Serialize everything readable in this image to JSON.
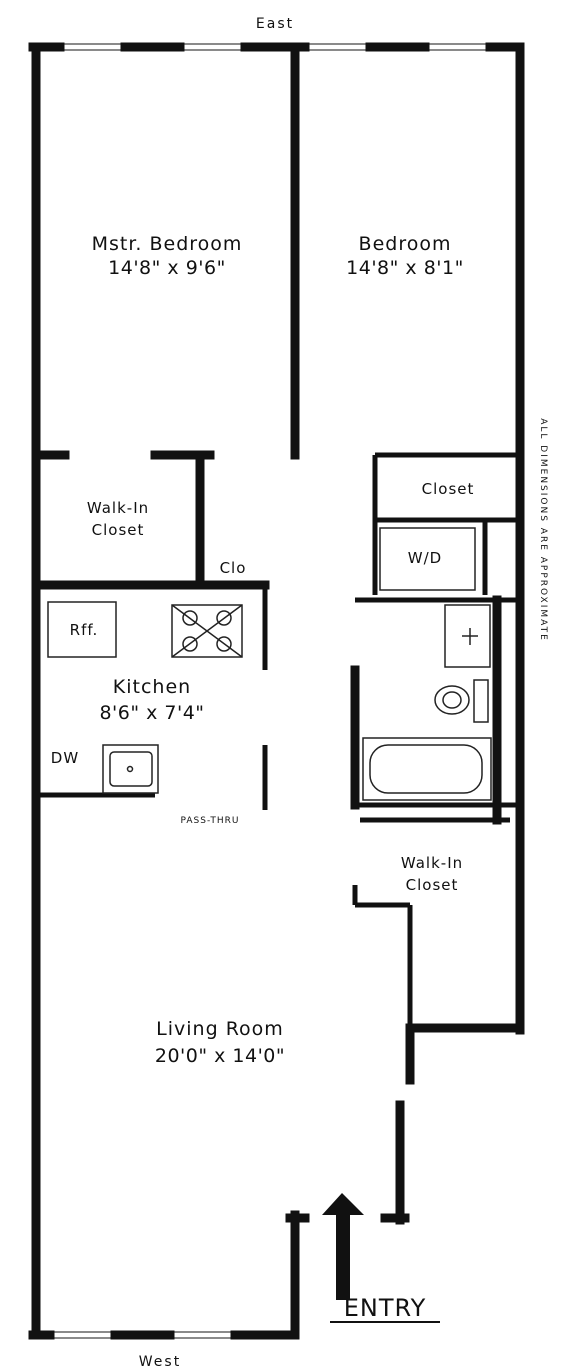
{
  "compass": {
    "east": "East",
    "west": "West"
  },
  "rooms": {
    "master_bedroom": {
      "name": "Mstr. Bedroom",
      "dims": "14'8\" x 9'6\""
    },
    "bedroom": {
      "name": "Bedroom",
      "dims": "14'8\" x 8'1\""
    },
    "kitchen": {
      "name": "Kitchen",
      "dims": "8'6\" x 7'4\""
    },
    "living_room": {
      "name": "Living Room",
      "dims": "20'0\" x 14'0\""
    }
  },
  "closets": {
    "walk_in_1": [
      "Walk-In",
      "Closet"
    ],
    "walk_in_2": [
      "Walk-In",
      "Closet"
    ],
    "closet": "Closet",
    "clo": "Clo"
  },
  "fixtures": {
    "refrigerator": "Rff.",
    "dishwasher": "DW",
    "washer_dryer": "W/D",
    "pass_thru": "PASS-THRU"
  },
  "entry_label": "ENTRY",
  "note": "ALL DIMENSIONS ARE APPROXIMATE"
}
